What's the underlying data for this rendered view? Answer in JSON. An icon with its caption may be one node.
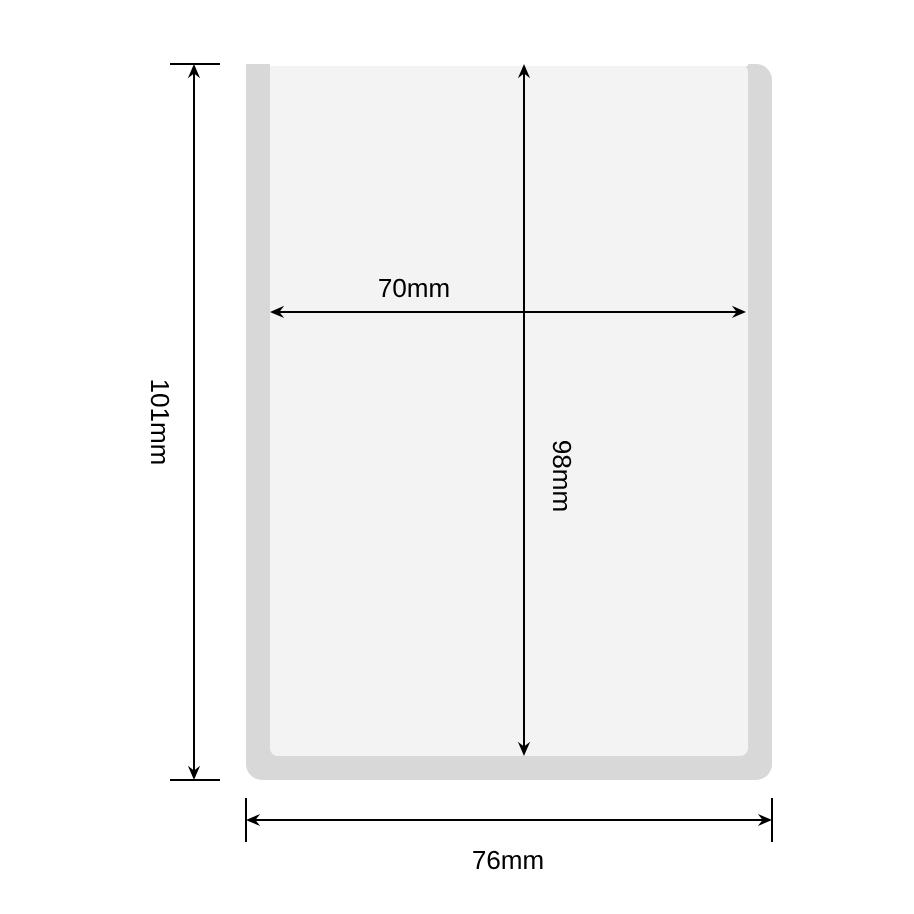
{
  "diagram": {
    "labels": [
      "70mm",
      "101mm",
      "98mm",
      "76mm"
    ]
  }
}
